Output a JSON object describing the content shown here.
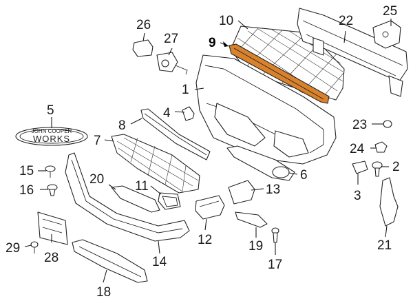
{
  "callouts": [
    {
      "id": "1",
      "label": "1"
    },
    {
      "id": "2",
      "label": "2"
    },
    {
      "id": "3",
      "label": "3"
    },
    {
      "id": "4",
      "label": "4"
    },
    {
      "id": "5",
      "label": "5"
    },
    {
      "id": "6",
      "label": "6"
    },
    {
      "id": "7",
      "label": "7"
    },
    {
      "id": "8",
      "label": "8"
    },
    {
      "id": "9",
      "label": "9"
    },
    {
      "id": "10",
      "label": "10"
    },
    {
      "id": "11",
      "label": "11"
    },
    {
      "id": "12",
      "label": "12"
    },
    {
      "id": "13",
      "label": "13"
    },
    {
      "id": "14",
      "label": "14"
    },
    {
      "id": "15",
      "label": "15"
    },
    {
      "id": "16",
      "label": "16"
    },
    {
      "id": "17",
      "label": "17"
    },
    {
      "id": "18",
      "label": "18"
    },
    {
      "id": "19",
      "label": "19"
    },
    {
      "id": "20",
      "label": "20"
    },
    {
      "id": "21",
      "label": "21"
    },
    {
      "id": "22",
      "label": "22"
    },
    {
      "id": "23",
      "label": "23"
    },
    {
      "id": "24",
      "label": "24"
    },
    {
      "id": "25",
      "label": "25"
    },
    {
      "id": "26",
      "label": "26"
    },
    {
      "id": "27",
      "label": "27"
    },
    {
      "id": "28",
      "label": "28"
    },
    {
      "id": "29",
      "label": "29"
    }
  ],
  "badge": {
    "line1": "JOHN COOPER",
    "line2": "WORKS"
  },
  "highlight": {
    "part": "9",
    "color": "#d9822b"
  }
}
